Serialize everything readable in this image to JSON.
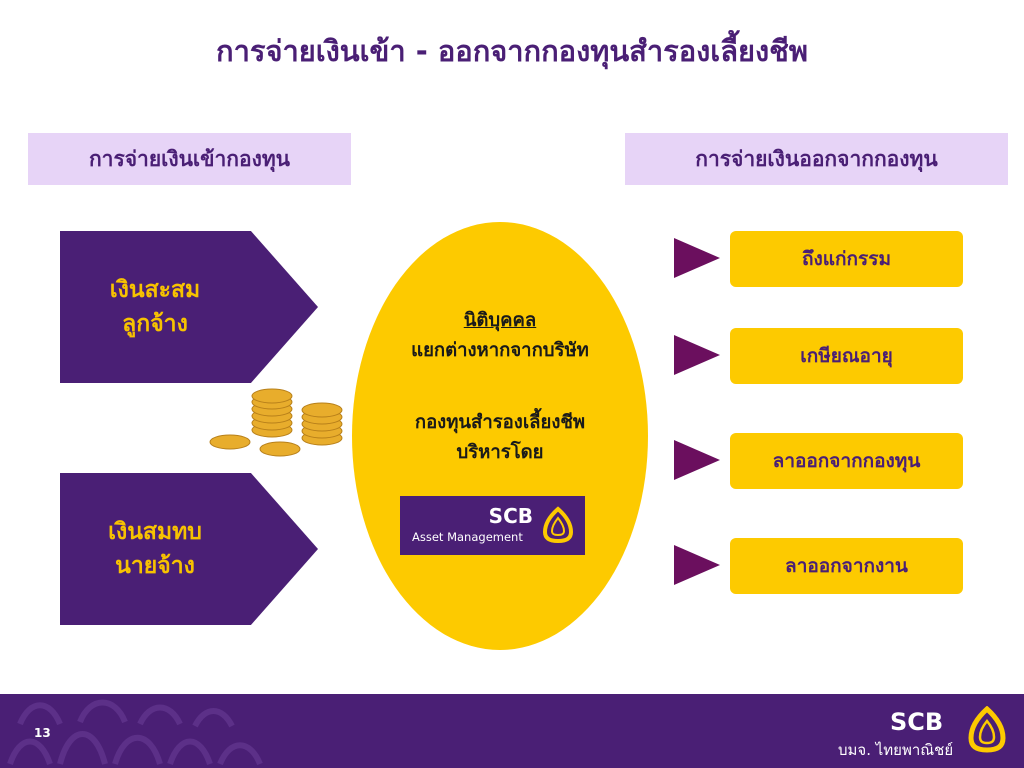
{
  "title": "การจ่ายเงินเข้า - ออกจากกองทุนสำรองเลี้ยงชีพ",
  "inflow_header": "การจ่ายเงินเข้ากองทุน",
  "outflow_header": "การจ่ายเงินออกจากกองทุน",
  "inflows": [
    {
      "line1": "เงินสะสม",
      "line2": "ลูกจ้าง"
    },
    {
      "line1": "เงินสมทบ",
      "line2": "นายจ้าง"
    }
  ],
  "center": {
    "line1": "นิติบุคคล",
    "line2": "แยกต่างหากจากบริษัท",
    "line3": "กองทุนสำรองเลี้ยงชีพ",
    "line4": "บริหารโดย"
  },
  "manager_logo": {
    "brand": "SCB",
    "subtitle": "Asset Management"
  },
  "outflows": [
    "ถึงแก่กรรม",
    "เกษียณอายุ",
    "ลาออกจากกองทุน",
    "ลาออกจากงาน"
  ],
  "footer": {
    "page_number": "13",
    "brand": "SCB",
    "bank_name": "บมจ. ไทยพาณิชย์"
  },
  "colors": {
    "purple": "#4a1f75",
    "gold": "#fdca00",
    "lavender": "#e7d4f7",
    "coin": "#e0a526"
  }
}
